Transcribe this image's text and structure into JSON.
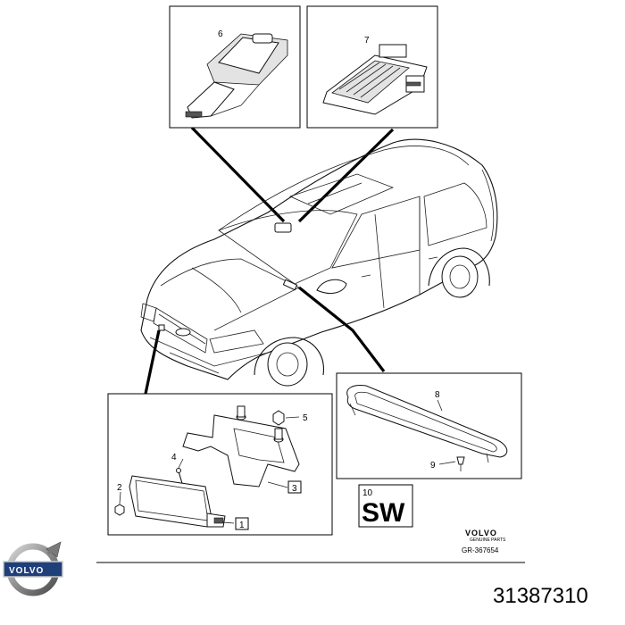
{
  "callouts": {
    "p1": "1",
    "p2": "2",
    "p3": "3",
    "p4": "4",
    "p5": "5",
    "p6": "6",
    "p7": "7",
    "p8": "8",
    "p9": "9",
    "p10": "10"
  },
  "software_label": "SW",
  "brand": {
    "name": "VOLVO",
    "subtitle": "GENUINE PARTS",
    "reference": "GR-367654"
  },
  "logo_text": "VOLVO",
  "part_number": "31387310"
}
